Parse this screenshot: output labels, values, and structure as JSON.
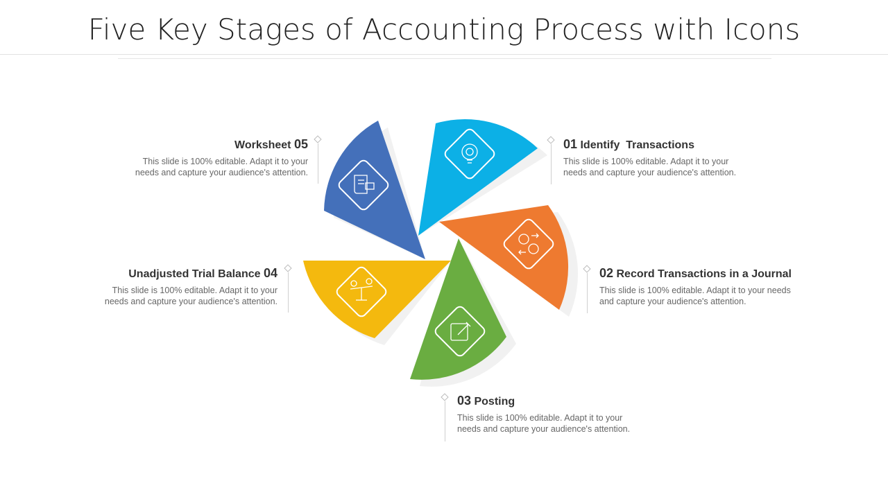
{
  "title": "Five Key Stages of Accounting Process with Icons",
  "stages": [
    {
      "num": "01",
      "name": "Identify  Transactions",
      "desc_line1": "This slide is 100% editable. Adapt it to your",
      "desc_line2": "needs and capture your audience's attention.",
      "color": "#0CB0E6",
      "icon": "lightbulb-gear-icon"
    },
    {
      "num": "02",
      "name": "Record Transactions in a Journal",
      "desc_line1": "This slide is 100% editable. Adapt it to your needs",
      "desc_line2": "and capture your audience's attention.",
      "color": "#EE7A30",
      "icon": "currency-exchange-icon"
    },
    {
      "num": "03",
      "name": "Posting",
      "desc_line1": "This slide is 100% editable. Adapt it to your",
      "desc_line2": "needs and capture your audience's attention.",
      "color": "#6AAD41",
      "icon": "edit-pencil-icon"
    },
    {
      "num": "04",
      "name": "Unadjusted Trial Balance",
      "desc_line1": "This slide is 100% editable. Adapt it to your",
      "desc_line2": "needs and capture your audience's attention.",
      "color": "#F4B90E",
      "icon": "balance-scale-icon"
    },
    {
      "num": "05",
      "name": "Worksheet",
      "desc_line1": "This slide is 100% editable. Adapt it to your",
      "desc_line2": "needs and capture your audience's attention.",
      "color": "#4470BA",
      "icon": "document-scroll-icon"
    }
  ]
}
